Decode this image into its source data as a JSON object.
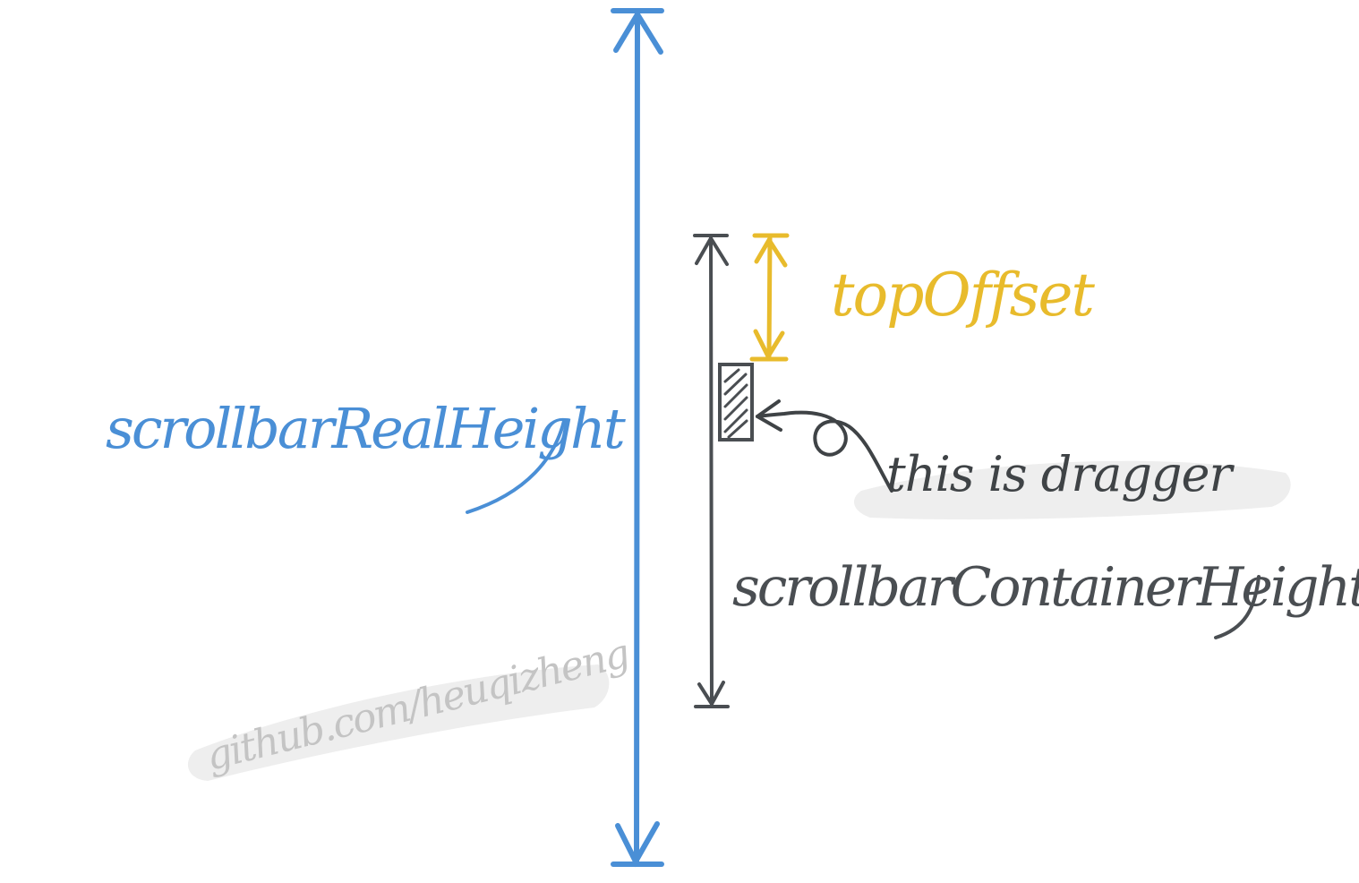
{
  "colors": {
    "real_height": "#4a8fd6",
    "container_height": "#4a4e52",
    "top_offset": "#e8bb2c",
    "note": "#3f4346",
    "credit": "#c4c4c4",
    "highlight": "#eeeeee",
    "background": "#ffffff"
  },
  "labels": {
    "real_height": "scrollbarRealHeight",
    "container_height": "scrollbarContainerHeight",
    "top_offset": "topOffset",
    "dragger_note": "this is dragger"
  },
  "credit": "github.com/heuqizheng",
  "icons": {
    "dimension_arrows": "double-headed-arrow",
    "dragger_pointer": "curly-arrow-icon"
  }
}
